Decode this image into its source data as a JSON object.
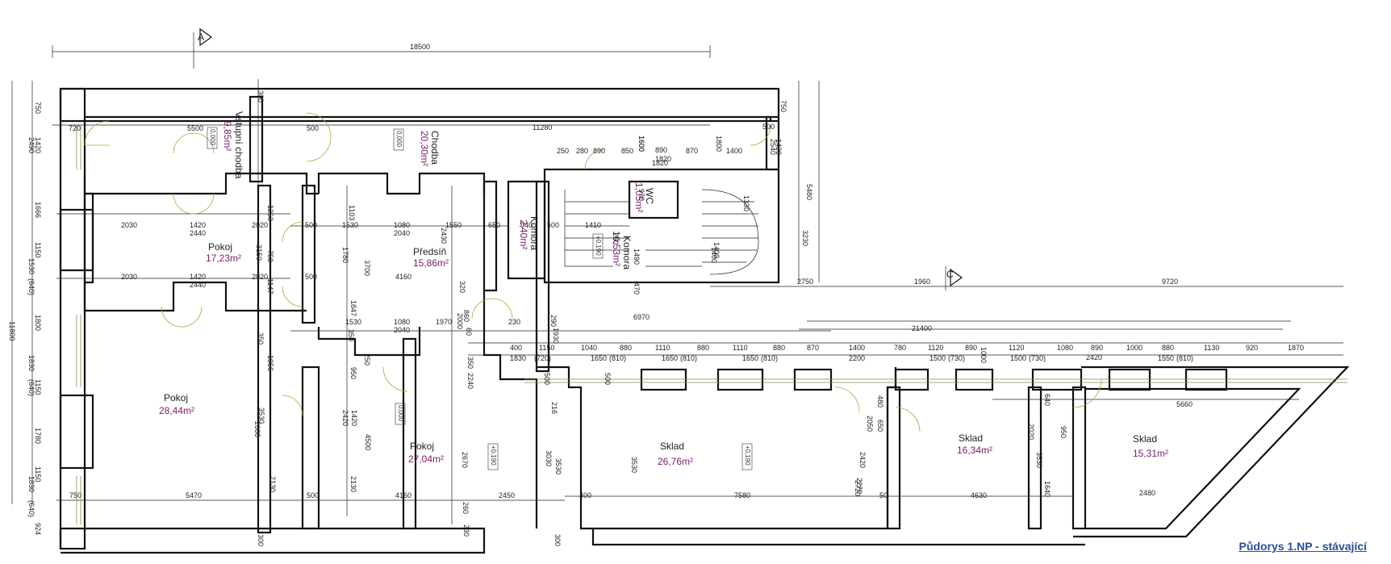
{
  "title": "Půdorys 1.NP - stávající",
  "section_markers": [
    "A",
    "C"
  ],
  "rooms": [
    {
      "id": "vstup",
      "name": "Vstupní chodba",
      "area": "9,85m²",
      "level": "0,000"
    },
    {
      "id": "chodba",
      "name": "Chodba",
      "area": "20,30m²",
      "level": "0,000"
    },
    {
      "id": "wc",
      "name": "WC",
      "area": "1,05m²"
    },
    {
      "id": "komora1",
      "name": "Komora",
      "area": "2,40m²"
    },
    {
      "id": "komora2",
      "name": "Komora",
      "area": "10,53m²",
      "level": "+0,190"
    },
    {
      "id": "pokoj1",
      "name": "Pokoj",
      "area": "17,23m²"
    },
    {
      "id": "predsin",
      "name": "Předsíň",
      "area": "15,86m²"
    },
    {
      "id": "pokoj2",
      "name": "Pokoj",
      "area": "28,44m²"
    },
    {
      "id": "pokoj3",
      "name": "Pokoj",
      "area": "27,04m²",
      "level": "0,000",
      "level2": "+0,190"
    },
    {
      "id": "sklad1",
      "name": "Sklad",
      "area": "26,76m²",
      "level": "+0,190"
    },
    {
      "id": "sklad2",
      "name": "Sklad",
      "area": "16,34m²"
    },
    {
      "id": "sklad3",
      "name": "Sklad",
      "area": "15,31m²"
    }
  ],
  "dimensions": {
    "overall_top": "18500",
    "overall_left": "11800",
    "overall_right_top": "5480",
    "right_3230": "3230",
    "bottom_chain": [
      "2750",
      "1960",
      "9720"
    ],
    "long_21400": "21400",
    "long_11280": "11280",
    "long_6970": "6970",
    "left_chain": [
      "750",
      "1420",
      "2490",
      "1666",
      "1150",
      "1530",
      "(640)",
      "1800",
      "1150",
      "1830",
      "(640)",
      "1780",
      "1150",
      "1830",
      "(640)",
      "924"
    ],
    "top_row": [
      "720",
      "5500",
      "500",
      "500",
      "1600",
      "1820",
      "1800",
      "500",
      "1420",
      "750",
      "2540",
      "250",
      "280",
      "890",
      "850",
      "890",
      "870",
      "1400"
    ],
    "mid_row1": [
      "2030",
      "1420",
      "2020",
      "500",
      "1530",
      "1080",
      "1550",
      "650",
      "940",
      "500",
      "1410",
      "1253",
      "1103",
      "2440",
      "2040",
      "2430",
      "1780",
      "3700",
      "750",
      "3150"
    ],
    "mid_row2": [
      "2030",
      "1420",
      "2020",
      "500",
      "4160",
      "320",
      "1147",
      "2440"
    ],
    "mid_row3": [
      "1530",
      "1080",
      "1970",
      "2040",
      "860",
      "230",
      "2000",
      "60",
      "350",
      "250",
      "1930"
    ],
    "mid_row4": [
      "400",
      "1150",
      "1040",
      "880",
      "1110",
      "880",
      "1110",
      "880",
      "870",
      "1400",
      "780",
      "1120",
      "890",
      "1120",
      "1080",
      "890",
      "1000",
      "880",
      "1130",
      "920",
      "1870"
    ],
    "mid_row5": [
      "1830",
      "(720)",
      "1650",
      "(810)",
      "1650",
      "(810)",
      "1650",
      "(810)",
      "2200",
      "1500",
      "(730)",
      "1000",
      "1500",
      "(730)",
      "2420",
      "1550",
      "(810)"
    ],
    "lower_vert": [
      "1956",
      "1847",
      "950",
      "350",
      "2240",
      "350",
      "2420",
      "1420",
      "4500",
      "2670",
      "3030",
      "3530",
      "3530",
      "2420",
      "3530",
      "3530",
      "480",
      "650",
      "2050",
      "2020",
      "1640",
      "640",
      "950",
      "2000",
      "2270",
      "216",
      "500",
      "500",
      "260",
      "300",
      "300",
      "300"
    ],
    "bottom_row": [
      "750",
      "5470",
      "500",
      "4160",
      "2450",
      "400",
      "7580",
      "50",
      "4630",
      "2480",
      "5660"
    ],
    "other": [
      "290",
      "230",
      "2130",
      "2130",
      "2720",
      "1400",
      "970",
      "1330",
      "1490",
      "1820",
      "260",
      "470",
      "1600",
      "1400"
    ]
  }
}
